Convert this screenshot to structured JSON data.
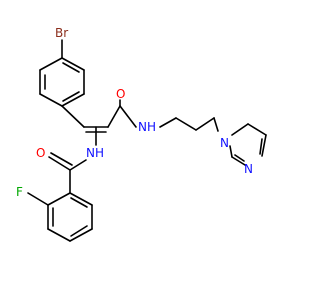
{
  "molecule": {
    "colors": {
      "carbon_bond": "#000000",
      "bromine": "#8b2e1c",
      "oxygen": "#ff0000",
      "nitrogen": "#1010ff",
      "fluorine": "#00a800",
      "background": "#ffffff"
    },
    "atom_labels": {
      "bromine": "Br",
      "oxygen_amide_right": "O",
      "amide_nh_right": "NH",
      "amide_nh_left": "NH",
      "oxygen_amide_left": "O",
      "fluorine": "F",
      "imidazole_n1": "N",
      "imidazole_n3": "N"
    }
  }
}
